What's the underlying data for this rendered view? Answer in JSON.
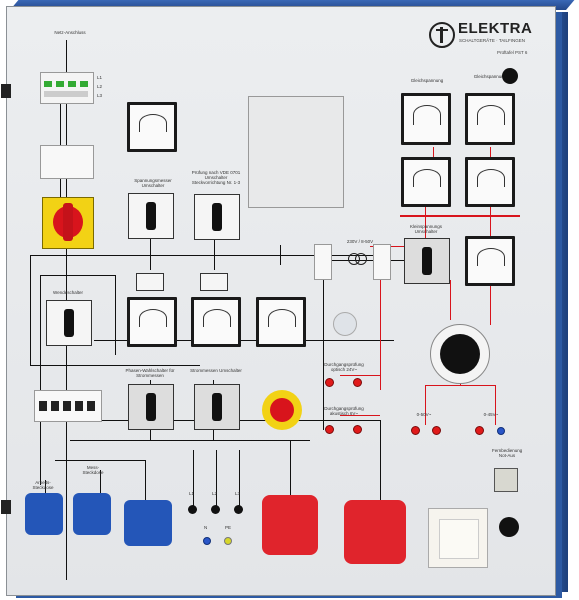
{
  "brand": {
    "name": "ELEKTRA",
    "subtitle": "SCHALTGERÄTE · TAILFINGEN",
    "product": "Prüftafel PST 6"
  },
  "labels": {
    "netz": "Netz-Anschluss",
    "l1": "L1",
    "l2": "L2",
    "l3": "L3",
    "spannungsmesser": "Spannungsmesser Umschalter",
    "pruefung": "Prüfung nach VDE 0701 Umschalter Steckvorrichtung Nr. 1-3",
    "gleich1": "Gleichspannung",
    "gleich2": "Gleichspannung",
    "wendeschalter": "Wendeschalter",
    "kleinspannung": "Kleinspannungs Umschalter",
    "trafo": "230V / 8-50V",
    "durchgang1": "Durchgangsprüfung optisch 24V~",
    "durchgang2": "Durchgangsprüfung akustisch 6V~",
    "phasen": "Phasen-Wahlschalter für Strommessen",
    "strommessen": "Strommessen Umschalter",
    "v50": "0-50V~",
    "v45": "0-45V~",
    "fern": "Fernbedienung Not-Aus",
    "arbeits": "Arbeits-Steckdose",
    "mess": "Mess-Steckdose",
    "t1": "L1",
    "t2": "L2",
    "t3": "L3",
    "tn": "N",
    "tpe": "PE"
  },
  "icons": {
    "main_switch": "rotary-main-switch-icon",
    "estop": "emergency-stop-icon"
  }
}
